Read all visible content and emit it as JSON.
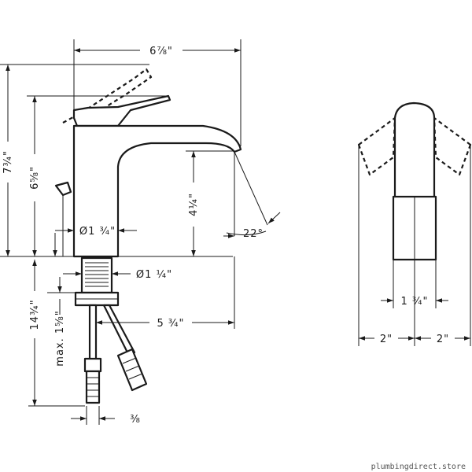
{
  "dimensions": {
    "overall_width": "6⅞\"",
    "overall_height": "7¾\"",
    "spout_top_height": "6⅝\"",
    "spout_outlet_height": "4¼\"",
    "body_diameter": "Ø1 ¾\"",
    "mount_diameter": "Ø1 ¼\"",
    "spout_reach": "5 ¾\"",
    "spout_angle": "22°",
    "supply_length": "14¾\"",
    "max_deck_thickness": "max. 1⅝\"",
    "hose_connection": "⅜",
    "handle_width": "1 ¾\"",
    "handle_swing_left": "2\"",
    "handle_swing_right": "2\""
  },
  "watermark": "plumbingdirect.store"
}
